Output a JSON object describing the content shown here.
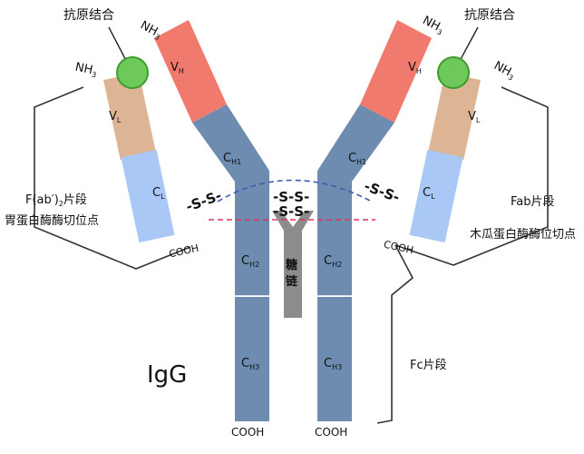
{
  "colors": {
    "heavy_constant": "#6d8cb0",
    "heavy_variable": "#f07a6d",
    "light_constant": "#a9c8f5",
    "light_variable": "#ddb594",
    "antigen": "#6dc95a",
    "antigen_stroke": "#3f9a2f",
    "sugar_chain": "#8c8c8c",
    "fab_cleavage_line": "#3b5fb0",
    "pepsin_cleavage_line": "#d9365b",
    "bracket": "#333333"
  },
  "labels": {
    "antigen_binding": "抗原结合",
    "nh3": "NH",
    "nh3_sub": "3",
    "vh": "V",
    "vh_sub": "H",
    "vl": "V",
    "vl_sub": "L",
    "cl": "C",
    "cl_sub": "L",
    "ch1": "C",
    "ch1_sub": "H1",
    "ch2": "C",
    "ch2_sub": "H2",
    "ch3": "C",
    "ch3_sub": "H3",
    "cooh": "COOH",
    "disulfide_bond": "-S-S-",
    "sugar_line1": "糖",
    "sugar_line2": "链",
    "fab2_prefix": "F(ab′)",
    "fab2_sub": "2",
    "fab2_suffix": "片段",
    "pepsin_site": "胃蛋白酶酶切位点",
    "fab_fragment": "Fab片段",
    "papain_site": "木瓜蛋白酶酶位切点",
    "fc_fragment": "Fc片段",
    "title": "IgG"
  }
}
